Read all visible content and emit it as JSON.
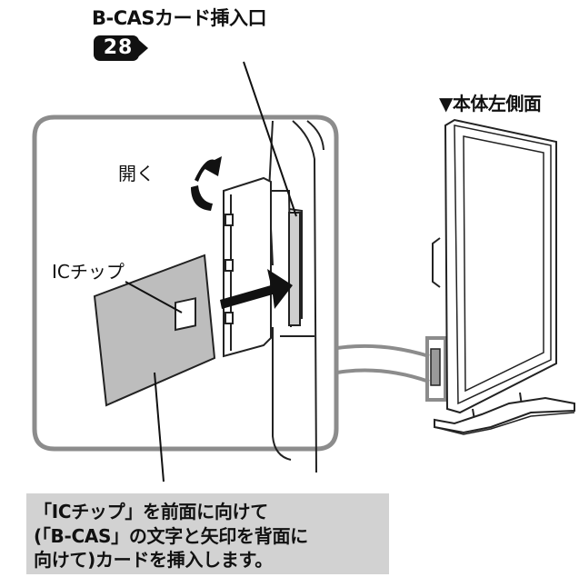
{
  "labels": {
    "slot": "B-CASカード挿入口",
    "page_ref": "28",
    "side_view": "▼本体左側面",
    "open": "開く",
    "ic_chip": "ICチップ"
  },
  "note": {
    "line1": "「ICチップ」を前面に向けて",
    "line2": "(「B-CAS」の文字と矢印を背面に",
    "line3": "向けて)カードを挿入します。"
  },
  "colors": {
    "frame": "#8c8c8c",
    "card": "#bdbdbd",
    "note_bg": "#d2d2d2",
    "arrow": "#111111"
  }
}
